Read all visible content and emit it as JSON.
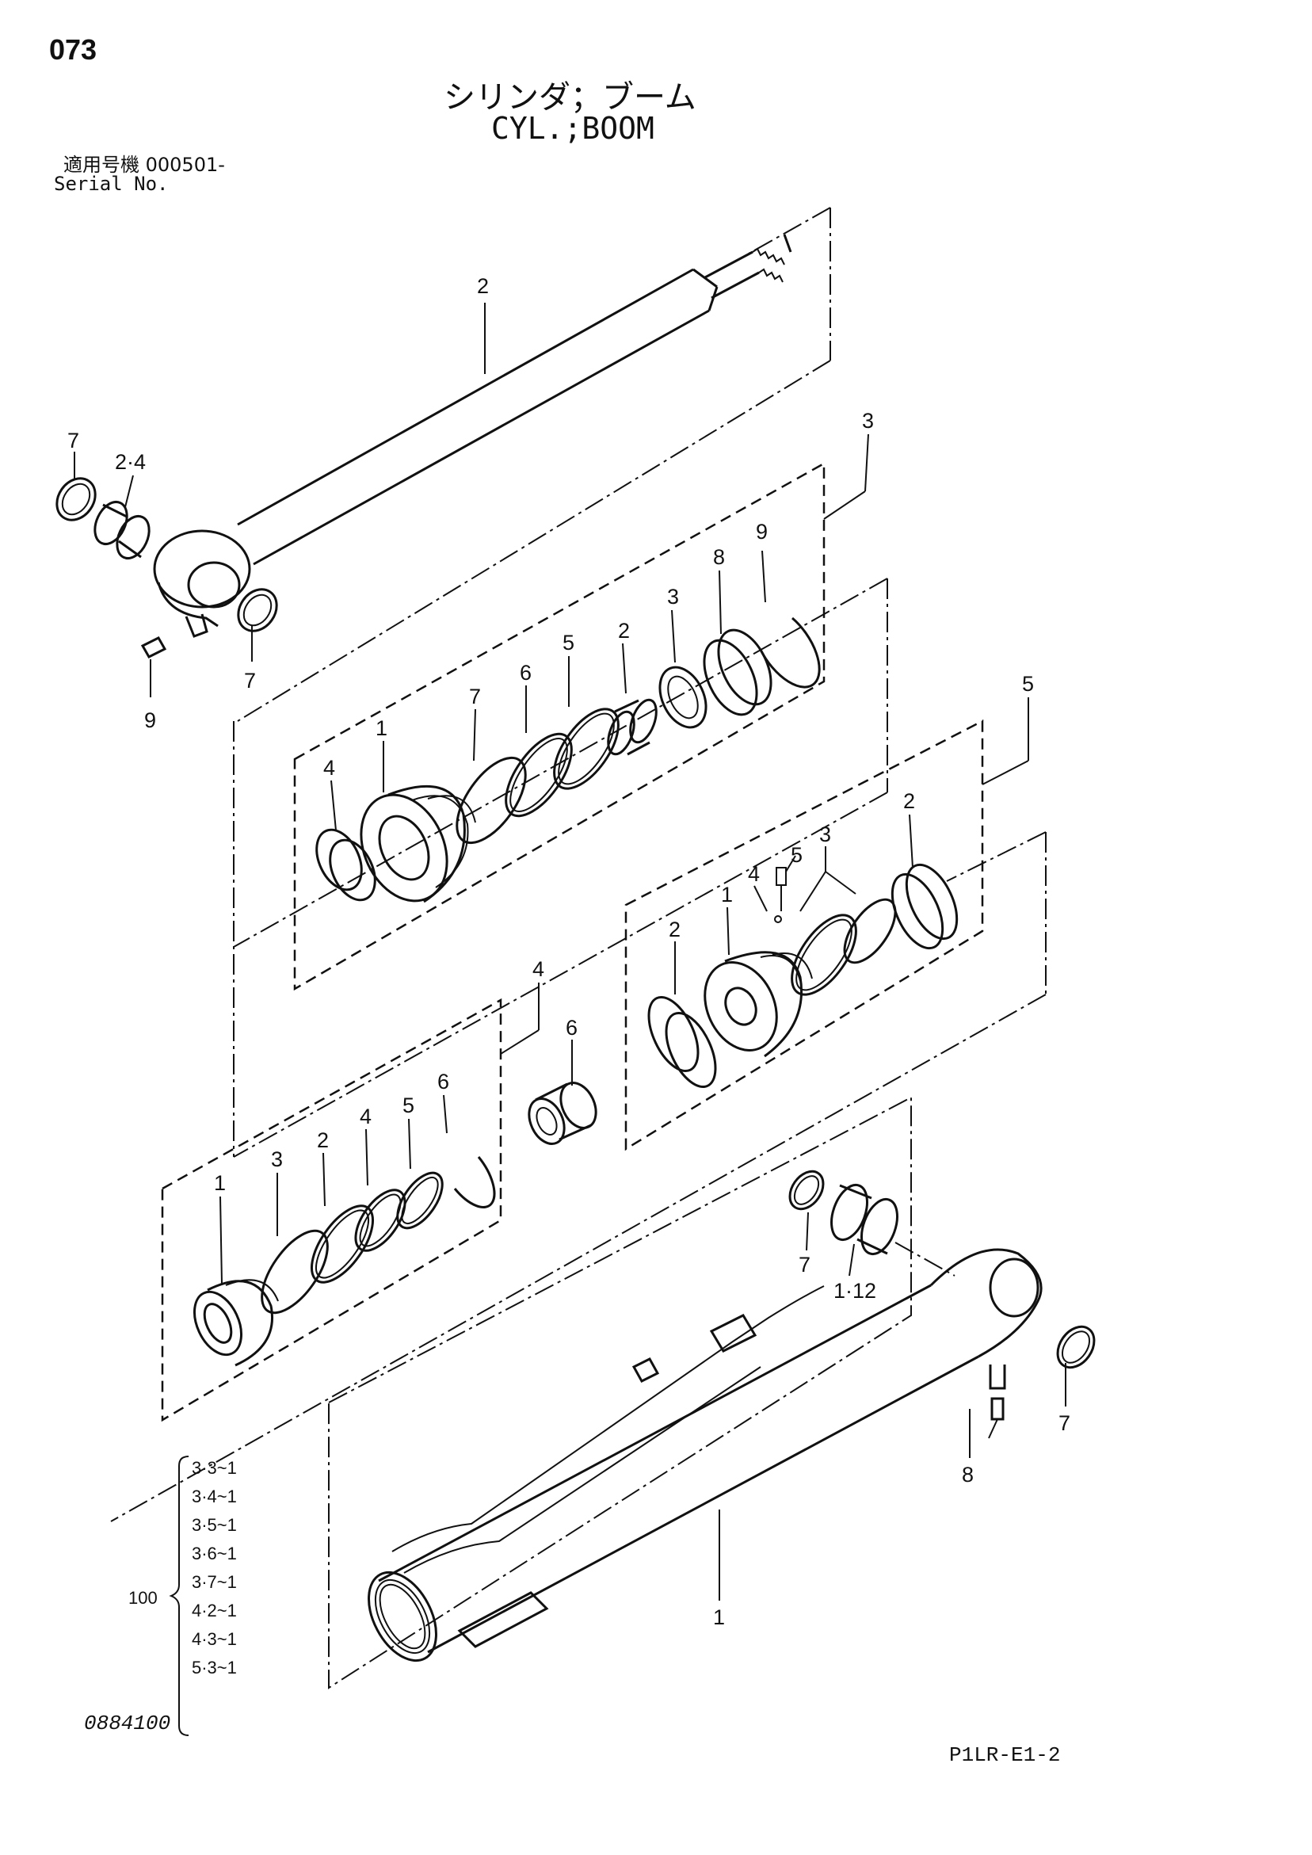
{
  "page_number": "073",
  "title_jp": "シリンダ；ブーム",
  "title_en": "CYL.;BOOM",
  "serial_label_jp": "適用号機 000501-",
  "serial_label_en": "Serial No.",
  "doc_number": "0884100",
  "figure_ref": "P1LR-E1-2",
  "callouts": {
    "rod": "2",
    "rod_wiper": "7",
    "rod_bushing": "2·4",
    "rod_seal": "7",
    "rod_grease": "9",
    "head_group": "3",
    "head_1": "1",
    "head_2": "2",
    "head_3": "3",
    "head_4": "4",
    "head_5": "5",
    "head_6": "6",
    "head_7": "7",
    "head_8": "8",
    "head_9": "9",
    "piston_group": "5",
    "piston_1": "1",
    "piston_2a": "2",
    "piston_2b": "2",
    "piston_3": "3",
    "piston_4": "4",
    "piston_5": "5",
    "seal_group": "4",
    "seal_1": "1",
    "seal_2": "2",
    "seal_3": "3",
    "seal_4": "4",
    "seal_5": "5",
    "seal_6": "6",
    "spacer": "6",
    "tube": "1",
    "tube_bushing": "1·12",
    "tube_wiper_a": "7",
    "tube_wiper_b": "7",
    "tube_grease": "8",
    "kit_total": "100"
  },
  "kit_items": [
    "3·3~1",
    "3·4~1",
    "3·5~1",
    "3·6~1",
    "3·7~1",
    "4·2~1",
    "4·3~1",
    "5·3~1"
  ]
}
